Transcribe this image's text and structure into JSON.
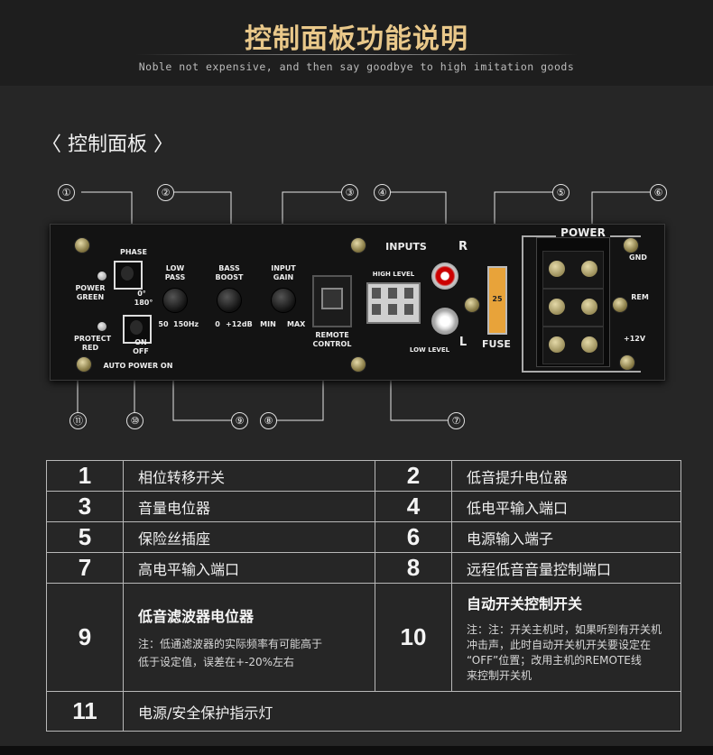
{
  "header": {
    "title": "控制面板功能说明",
    "subtitle": "Noble not expensive, and then say goodbye to high imitation goods"
  },
  "section_title": "〈 控制面板 〉",
  "callouts": [
    "①",
    "②",
    "③",
    "④",
    "⑤",
    "⑥",
    "⑦",
    "⑧",
    "⑨",
    "⑩",
    "⑪"
  ],
  "panel": {
    "phase": "PHASE",
    "phase_0": "0°",
    "phase_180": "180°",
    "power_green": "POWER\nGREEN",
    "protect_red": "PROTECT\nRED",
    "on": "ON",
    "off": "OFF",
    "auto_power_on": "AUTO POWER ON",
    "low_pass": "LOW\nPASS",
    "low_pass_min": "50",
    "low_pass_max": "150Hz",
    "bass_boost": "BASS\nBOOST",
    "bass_min": "0",
    "bass_max": "+12dB",
    "input_gain": "INPUT\nGAIN",
    "gain_min": "MIN",
    "gain_max": "MAX",
    "remote_control": "REMOTE\nCONTROL",
    "inputs": "INPUTS",
    "high_level": "HIGH LEVEL",
    "low_level": "LOW LEVEL",
    "r": "R",
    "l": "L",
    "fuse": "FUSE",
    "fuse_value": "25",
    "power": "POWER",
    "gnd": "GND",
    "rem": "REM",
    "v12": "+12V"
  },
  "table": {
    "rows": [
      {
        "n1": "1",
        "t1": "相位转移开关",
        "n2": "2",
        "t2": "低音提升电位器"
      },
      {
        "n1": "3",
        "t1": "音量电位器",
        "n2": "4",
        "t2": "低电平输入端口"
      },
      {
        "n1": "5",
        "t1": "保险丝插座",
        "n2": "6",
        "t2": "电源输入端子"
      },
      {
        "n1": "7",
        "t1": "高电平输入端口",
        "n2": "8",
        "t2": "远程低音音量控制端口"
      }
    ],
    "row9": {
      "n1": "9",
      "h1": "低音滤波器电位器",
      "note1a": "注：低通滤波器的实际频率有可能高于",
      "note1b": "低于设定值，误差在+-20%左右",
      "n2": "10",
      "h2": "自动开关控制开关",
      "note2a": "注：注：开关主机时，如果听到有开关机",
      "note2b": "冲击声，此时自动开关机开关要设定在",
      "note2c": "“OFF”位置；改用主机的REMOTE线",
      "note2d": "来控制开关机"
    },
    "row11": {
      "n": "11",
      "t": "电源/安全保护指示灯"
    }
  }
}
